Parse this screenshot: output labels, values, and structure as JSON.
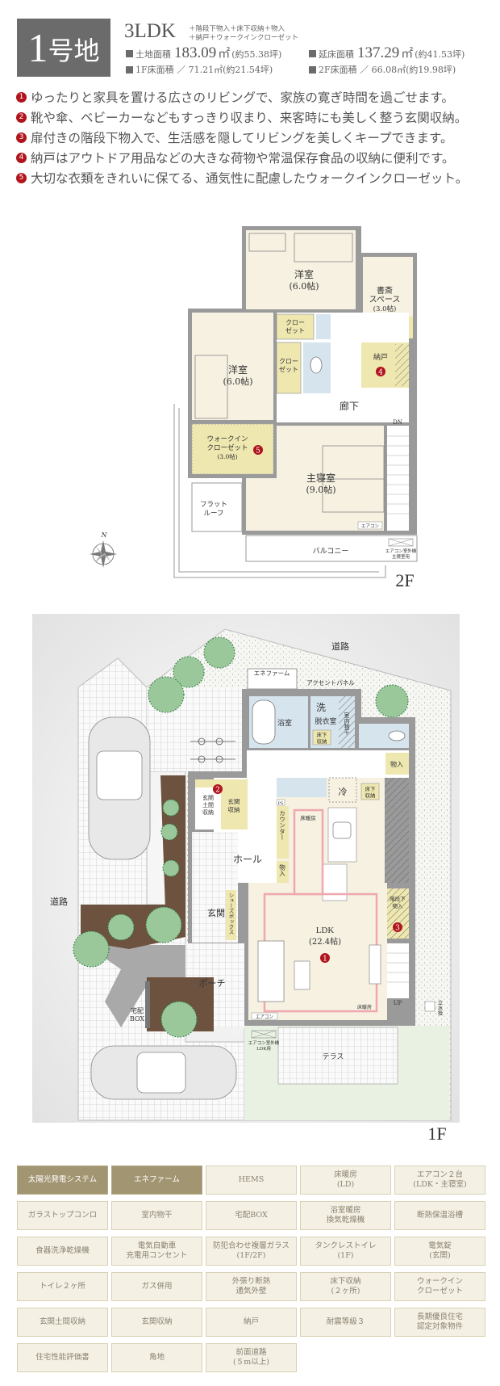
{
  "header": {
    "lot_number": "1",
    "lot_suffix": "号地",
    "layout": "3LDK",
    "extras": [
      "＋階段下物入＋床下収納＋物入",
      "＋納戸＋ウォークインクローゼット"
    ],
    "land_area": {
      "label": "土地面積",
      "value": "183.09",
      "unit": "㎡",
      "tsubo": "(約55.38坪)"
    },
    "total_floor_area": {
      "label": "延床面積",
      "value": "137.29",
      "unit": "㎡",
      "tsubo": "(約41.53坪)"
    },
    "floor1_area": "1F床面積 ／ 71.21㎡(約21.54坪)",
    "floor2_area": "2F床面積 ／ 66.08㎡(約19.98坪)"
  },
  "features": [
    {
      "num": "1",
      "text": "ゆったりと家具を置ける広さのリビングで、家族の寛ぎ時間を過ごせます。"
    },
    {
      "num": "2",
      "text": "靴や傘、ベビーカーなどもすっきり収まり、来客時にも美しく整う玄関収納。"
    },
    {
      "num": "3",
      "text": "扉付きの階段下物入で、生活感を隠してリビングを美しくキープできます。"
    },
    {
      "num": "4",
      "text": "納戸はアウトドア用品などの大きな荷物や常温保存食品の収納に便利です。"
    },
    {
      "num": "5",
      "text": "大切な衣類をきれいに保てる、通気性に配慮したウォークインクローゼット。"
    }
  ],
  "colors": {
    "accent": "#b0141c",
    "highlight_cell": "#a29572",
    "cell": "#f4f1e4",
    "floor": "#f6f1e1",
    "storage": "#efe7b0",
    "wet_area": "#d6e4ee",
    "wall": "#9a9a9a"
  },
  "compass": "N",
  "floor2": {
    "label": "2F",
    "western_room_a": [
      "洋室",
      "(6.0帖)"
    ],
    "study": [
      "書斎",
      "スペース",
      "(3.0帖)"
    ],
    "closet_a": [
      "クロー",
      "ゼット"
    ],
    "closet_b": [
      "クロー",
      "ゼット"
    ],
    "storeroom": "納戸",
    "western_room_b": [
      "洋室",
      "(6.0帖)"
    ],
    "hallway": "廊下",
    "down": "DN",
    "wic": [
      "ウォークイン",
      "クローゼット",
      "(3.0帖)"
    ],
    "master_bedroom": [
      "主寝室",
      "(9.0帖)"
    ],
    "flat_roof": [
      "フラット",
      "ルーフ"
    ],
    "aircon": "エアコン",
    "balcony": "バルコニー",
    "outdoor_unit": [
      "エアコン室外機",
      "主寝室用"
    ]
  },
  "floor1": {
    "label": "1F",
    "road_top": "道路",
    "road_left": "道路",
    "enefarm": "エネファーム",
    "accent_panel": "アクセントパネル",
    "bathroom": "浴室",
    "wash": "洗",
    "dressing": "脱衣室",
    "indoor_dry": "室内物干",
    "underfloor_a": [
      "床下",
      "収納"
    ],
    "storage_a": "物入",
    "fridge": "冷",
    "underfloor_b": [
      "床下",
      "収納"
    ],
    "ps": "PS",
    "floor_heating_a": "床暖房",
    "counter": "カウンター",
    "storage_b": "物入",
    "hall": "ホール",
    "entry_earth_storage": [
      "玄関",
      "土間",
      "収納"
    ],
    "entry_storage": [
      "玄関",
      "収納"
    ],
    "shoebox": "シューズボックス",
    "entrance": "玄関",
    "ldk": [
      "LDK",
      "(22.4帖)"
    ],
    "under_stair": [
      "階段下",
      "物入"
    ],
    "up": "UP",
    "floor_heating_b": "床暖房",
    "aircon": "エアコン",
    "outdoor_unit": [
      "エアコン室外機",
      "LDK用"
    ],
    "terrace": "テラス",
    "porch": "ポーチ",
    "delivery_box": [
      "宅配",
      "BOX"
    ],
    "faucet": "立水栓"
  },
  "amenities": [
    {
      "lines": [
        "太陽光発電システム"
      ],
      "highlighted": true
    },
    {
      "lines": [
        "エネファーム"
      ],
      "highlighted": true
    },
    {
      "lines": [
        "HEMS"
      ],
      "highlighted": false
    },
    {
      "lines": [
        "床暖房",
        "(LD)"
      ],
      "highlighted": false
    },
    {
      "lines": [
        "エアコン２台",
        "(LDK・主寝室)"
      ],
      "highlighted": false
    },
    {
      "lines": [
        "ガラストップコンロ"
      ],
      "highlighted": false
    },
    {
      "lines": [
        "室内物干"
      ],
      "highlighted": false
    },
    {
      "lines": [
        "宅配BOX"
      ],
      "highlighted": false
    },
    {
      "lines": [
        "浴室暖房",
        "換気乾燥機"
      ],
      "highlighted": false
    },
    {
      "lines": [
        "断熱保温浴槽"
      ],
      "highlighted": false
    },
    {
      "lines": [
        "食器洗浄乾燥機"
      ],
      "highlighted": false
    },
    {
      "lines": [
        "電気自動車",
        "充電用コンセント"
      ],
      "highlighted": false
    },
    {
      "lines": [
        "防犯合わせ複層ガラス",
        "(1F/2F)"
      ],
      "highlighted": false
    },
    {
      "lines": [
        "タンクレストイレ",
        "(1F)"
      ],
      "highlighted": false
    },
    {
      "lines": [
        "電気錠",
        "(玄関)"
      ],
      "highlighted": false
    },
    {
      "lines": [
        "トイレ２ヶ所"
      ],
      "highlighted": false
    },
    {
      "lines": [
        "ガス併用"
      ],
      "highlighted": false
    },
    {
      "lines": [
        "外張り断熱",
        "通気外壁"
      ],
      "highlighted": false
    },
    {
      "lines": [
        "床下収納",
        "(２ヶ所)"
      ],
      "highlighted": false
    },
    {
      "lines": [
        "ウォークイン",
        "クローゼット"
      ],
      "highlighted": false
    },
    {
      "lines": [
        "玄関土間収納"
      ],
      "highlighted": false
    },
    {
      "lines": [
        "玄関収納"
      ],
      "highlighted": false
    },
    {
      "lines": [
        "納戸"
      ],
      "highlighted": false
    },
    {
      "lines": [
        "耐震等級３"
      ],
      "highlighted": false
    },
    {
      "lines": [
        "長期優良住宅",
        "認定対象物件"
      ],
      "highlighted": false
    },
    {
      "lines": [
        "住宅性能評価書"
      ],
      "highlighted": false
    },
    {
      "lines": [
        "角地"
      ],
      "highlighted": false
    },
    {
      "lines": [
        "前面道路",
        "(５m以上)"
      ],
      "highlighted": false
    }
  ]
}
